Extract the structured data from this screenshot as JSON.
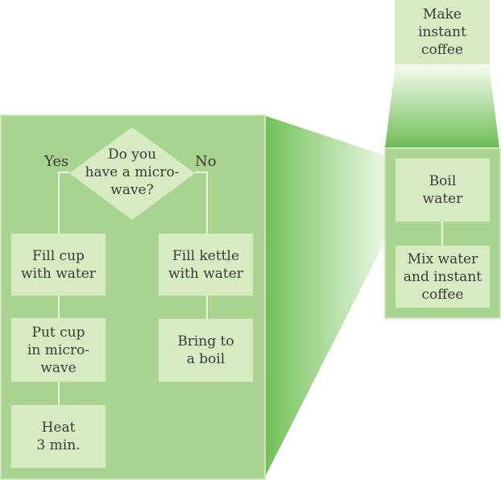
{
  "top_box": {
    "text": "Make\ninstant\ncoffee"
  },
  "right_panel": {
    "boil": "Boil\nwater",
    "mix": "Mix water\nand instant\ncoffee"
  },
  "left_panel": {
    "decision": "Do you\nhave a micro-\nwave?",
    "yes_label": "Yes",
    "no_label": "No",
    "yes_steps": [
      "Fill cup\nwith water",
      "Put cup\nin micro-\nwave",
      "Heat\n3 min."
    ],
    "no_steps": [
      "Fill kettle\nwith water",
      "Bring to\na boil"
    ]
  },
  "colors": {
    "panel": "#a9d48f",
    "box": "#d8eac2",
    "connector": "#ecf5e1"
  }
}
